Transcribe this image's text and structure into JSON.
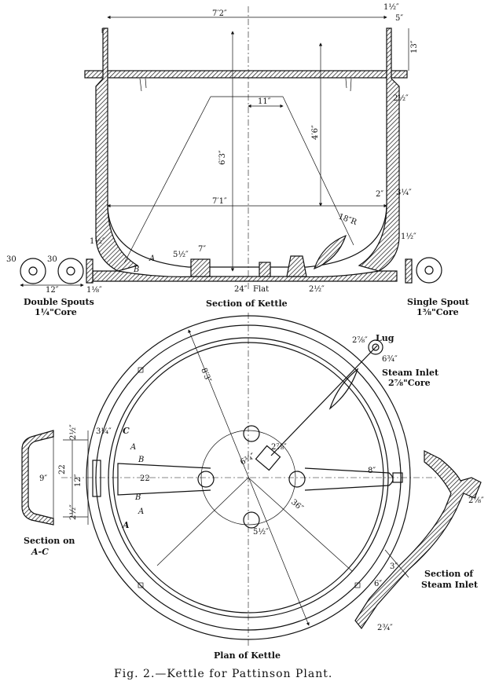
{
  "labels": {
    "section_of_kettle": "Section of Kettle",
    "double_spouts": "Double Spouts",
    "double_spouts_core": "1¼\"Core",
    "single_spout": "Single Spout",
    "single_spout_core": "1⅜\"Core",
    "steam_inlet": "Steam Inlet",
    "steam_inlet_core": "2⅞\"Core",
    "lug": "Lug",
    "section_on": "Section on",
    "section_on_ac": "A-C",
    "section_of": "Section of",
    "steam_inlet_section": "Steam Inlet",
    "plan_of_kettle": "Plan of Kettle",
    "flat": "Flat",
    "letter_a": "A",
    "letter_b": "B",
    "letter_c": "C"
  },
  "caption": "Fig. 2.—Kettle for Pattinson Plant.",
  "dimensions": {
    "width_top": "7′2″",
    "width_mid": "7′1″",
    "height_total": "6′3″",
    "depth_inner": "4′6″",
    "dim_11": "11″",
    "radius_18": "18″R",
    "rim_13": "13″",
    "rim_1_5": "1½″",
    "rim_5": "5″",
    "rim_2_5": "2½″",
    "side_2": "2″",
    "side_3_25": "3¼″",
    "side_1_5": "1½″",
    "bottom_5_5": "5½″",
    "bottom_7": "7″",
    "bottom_24": "24″",
    "bottom_2_5": "2½″",
    "bottom_1_5": "1½″",
    "bottom_1_125": "1⅛″",
    "spout_12": "12″",
    "spout_30a": "30",
    "spout_30b": "30",
    "plan_8_3": "8′3″",
    "plan_6_75": "6¾″",
    "plan_2_875": "2⅞″",
    "plan_36": "36″",
    "plan_5_5": "5½″",
    "plan_8": "8″",
    "plan_22": "22",
    "sec_9": "9″",
    "sec_22": "22",
    "sec_12": "12″",
    "sec_3_25": "3¼″",
    "sec_2_5a": "2½″",
    "sec_2_5b": "2½″",
    "inlet_3": "3″",
    "inlet_6": "6″",
    "inlet_2_75": "2¾″"
  }
}
